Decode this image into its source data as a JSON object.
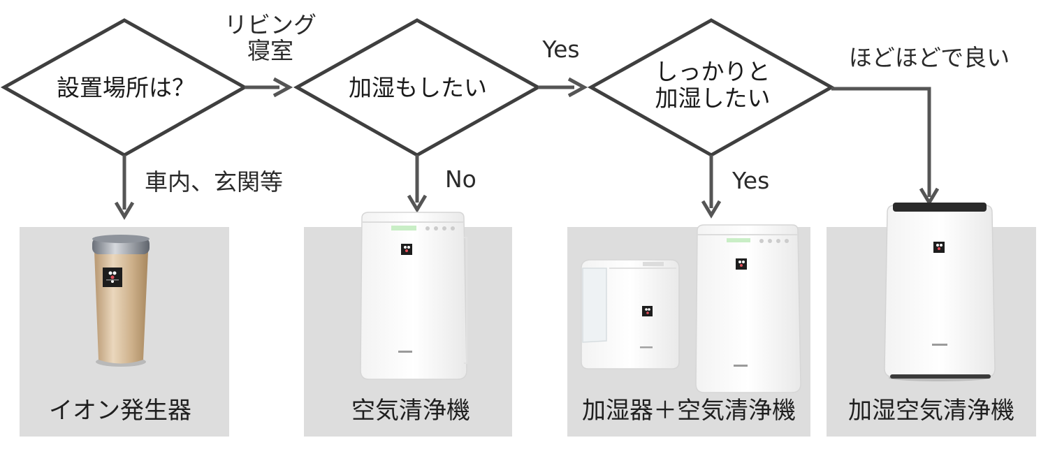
{
  "colors": {
    "diamond_stroke": "#3f3f3f",
    "arrow": "#555555",
    "card_bg": "#dddddd",
    "gold_device": "#c9ab84"
  },
  "decisions": {
    "q1": "設置場所は？",
    "q2": "加湿もしたい",
    "q3_line1": "しっかりと",
    "q3_line2": "加湿したい"
  },
  "edges": {
    "q1_right_line1": "リビング",
    "q1_right_line2": "寝室",
    "q1_down": "車内、玄関等",
    "q2_right": "Yes",
    "q2_down": "No",
    "q3_down": "Yes",
    "q3_right": "ほどほどで良い"
  },
  "products": [
    {
      "label": "イオン発生器",
      "image": "gold-cylinder-ion-generator"
    },
    {
      "label": "空気清浄機",
      "image": "white-air-purifier"
    },
    {
      "label": "加湿器＋空気清浄機",
      "image": "white-humidifier-and-air-purifier"
    },
    {
      "label": "加湿空気清浄機",
      "image": "white-humidifying-air-purifier"
    }
  ]
}
